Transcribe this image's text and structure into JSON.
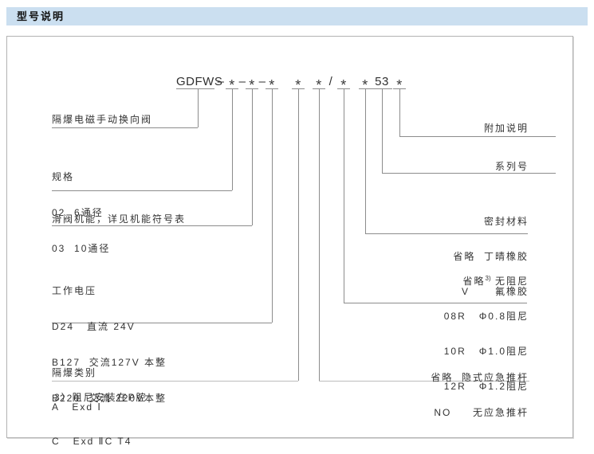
{
  "page": {
    "title": "型号说明"
  },
  "colors": {
    "header_bg": "#cbdff0",
    "line_gray": "#8c8c8c",
    "line_light": "#bdbdbd",
    "text": "#333333"
  },
  "model_code": {
    "parts": [
      "GDFWS",
      "–",
      "*",
      "–",
      "*",
      "–",
      "*",
      "*",
      "*",
      "/",
      "*",
      "*",
      "53",
      "*"
    ]
  },
  "left": {
    "valve_name": "隔爆电磁手动换向阀",
    "spec": {
      "title": "规格",
      "items": [
        "02  6通径",
        "03  10通径"
      ]
    },
    "spool": "滑阀机能，详见机能符号表",
    "voltage": {
      "title": "工作电压",
      "items": [
        "D24   直流 24V",
        "B127  交流127V 本整",
        "B220  交流 220V本整"
      ]
    },
    "exproof": {
      "title": "隔爆类别",
      "items": [
        "A   Exd Ⅰ",
        "C   Exd ⅡC T4"
      ]
    },
    "footnote": "3）阻尼安装在P腔"
  },
  "right": {
    "addendum": "附加说明",
    "series_no": "系列号",
    "seal": {
      "title": "密封材料",
      "items": [
        "省略  丁晴橡胶",
        "V      氟橡胶"
      ]
    },
    "damping": {
      "first_key": "省略",
      "first_sup": "3)",
      "first_value": " 无阻尼",
      "items": [
        "08R   Φ0.8阻尼",
        "10R   Φ1.0阻尼",
        "12R   Φ1.2阻尼"
      ]
    },
    "pushrod": {
      "items": [
        "省略  隐式应急推杆",
        "NO     无应急推杆"
      ]
    }
  }
}
